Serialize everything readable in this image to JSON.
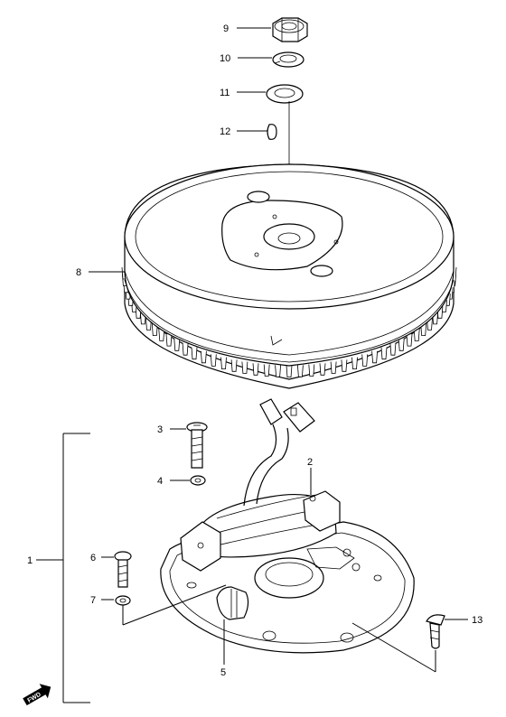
{
  "callouts": [
    {
      "id": "1",
      "text": "1"
    },
    {
      "id": "2",
      "text": "2"
    },
    {
      "id": "3",
      "text": "3"
    },
    {
      "id": "4",
      "text": "4"
    },
    {
      "id": "5",
      "text": "5"
    },
    {
      "id": "6",
      "text": "6"
    },
    {
      "id": "7",
      "text": "7"
    },
    {
      "id": "8",
      "text": "8"
    },
    {
      "id": "9",
      "text": "9"
    },
    {
      "id": "10",
      "text": "10"
    },
    {
      "id": "11",
      "text": "11"
    },
    {
      "id": "12",
      "text": "12"
    },
    {
      "id": "13",
      "text": "13"
    }
  ],
  "fwd_label": "FWD"
}
